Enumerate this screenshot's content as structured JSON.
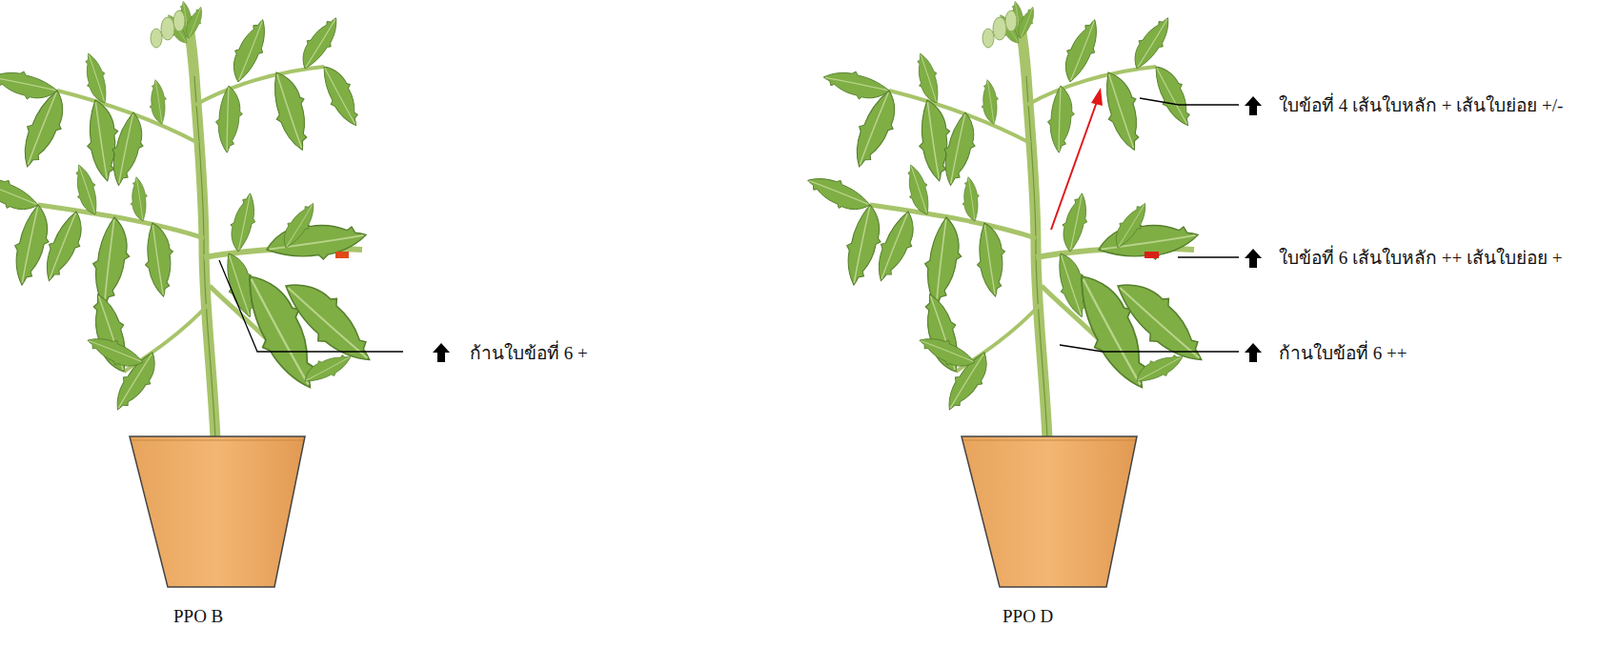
{
  "diagram": {
    "labels": [
      "ก้านใบข้อที่ 6 +",
      "PPO B",
      "ใบข้อที่ 4 เส้นใบหลัก + เส้นใบย่อย +/-",
      "ใบข้อที่ 6 เส้นใบหลัก ++ เส้นใบย่อย +",
      "ก้านใบข้อที่ 6 ++",
      "PPO D"
    ]
  }
}
